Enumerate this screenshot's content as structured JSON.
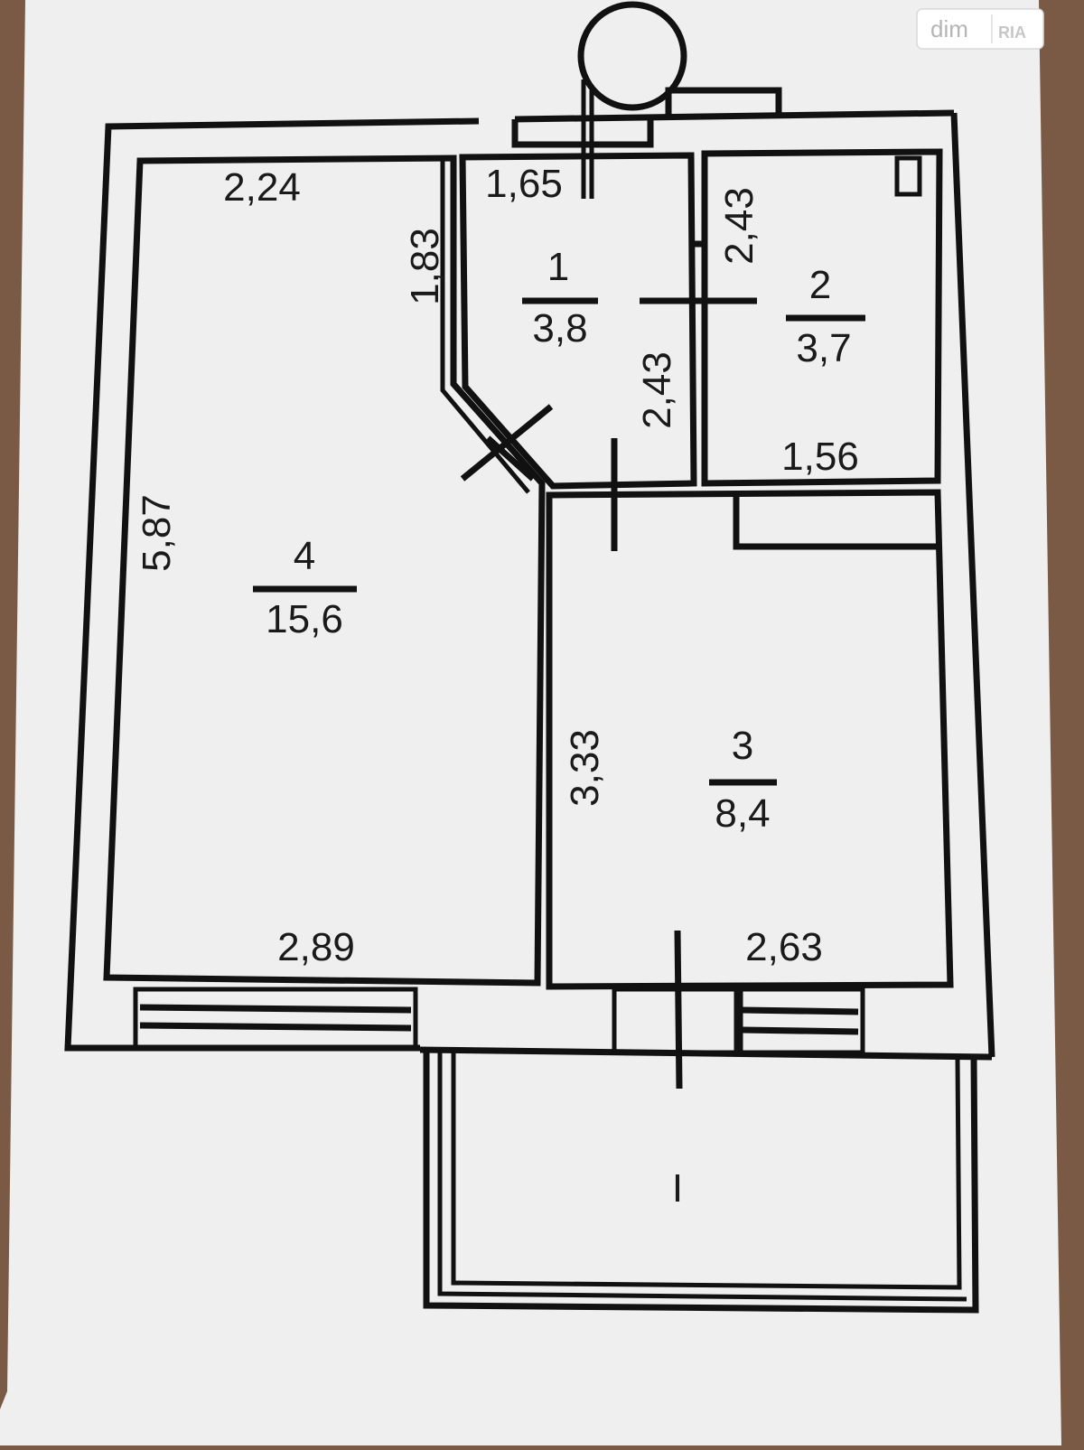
{
  "watermark": {
    "text": "dim",
    "logo": "RIA"
  },
  "rooms": [
    {
      "number": "1",
      "area": "3,8"
    },
    {
      "number": "2",
      "area": "3,7"
    },
    {
      "number": "3",
      "area": "8,4"
    },
    {
      "number": "4",
      "area": "15,6"
    }
  ],
  "balcony": {
    "label": "I"
  },
  "dimensions": {
    "room4_top": "2,24",
    "room4_left": "5,87",
    "room4_bottom": "2,89",
    "room4_diag": "1,83",
    "room1_top": "1,65",
    "room1_right": "2,43",
    "room2_left": "2,43",
    "room2_bottom": "1,56",
    "room3_left": "3,33",
    "room3_bottom": "2,63"
  },
  "colors": {
    "paper": "#efefef",
    "background": "#7a5a45",
    "ink": "#111111"
  }
}
